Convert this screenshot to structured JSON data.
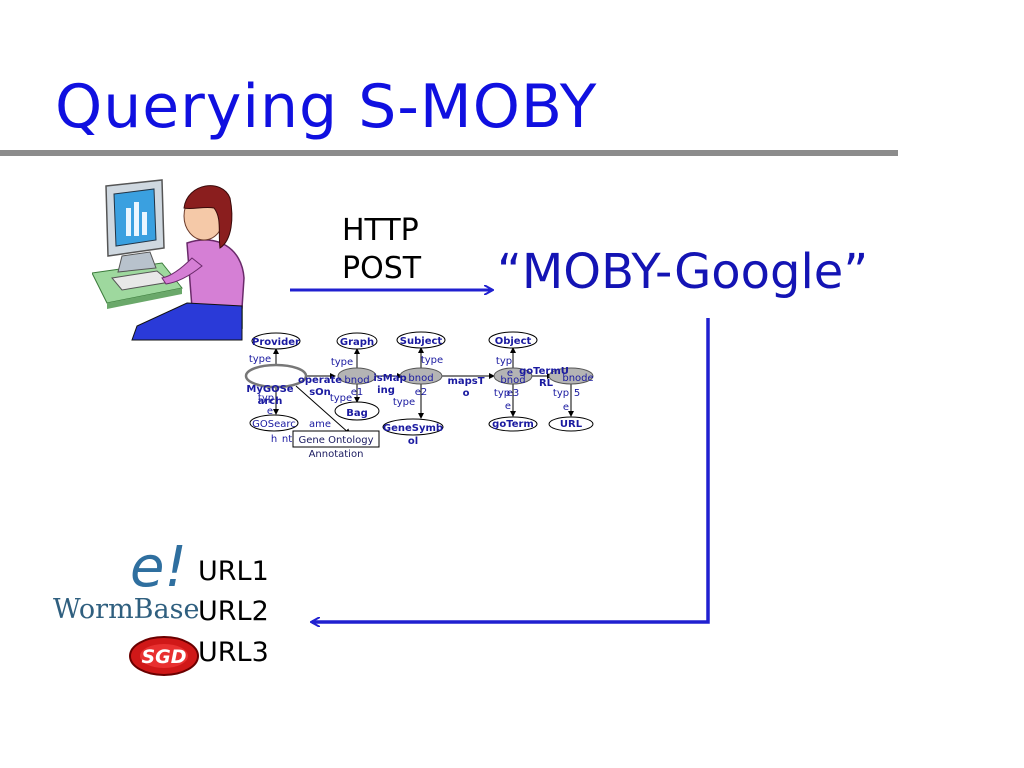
{
  "slide": {
    "title": "Querying S-MOBY",
    "http_line1": "HTTP",
    "http_line2": "POST",
    "moby_google": "“MOBY-Google”",
    "results": [
      {
        "label": "URL1",
        "logo": "ensembl-logo"
      },
      {
        "label": "URL2",
        "logo": "wormbase-logo"
      },
      {
        "label": "URL3",
        "logo": "sgd-logo"
      }
    ],
    "logos": {
      "ensembl_text": "e!",
      "wormbase_text": "WormBase",
      "sgd_text": "SGD"
    },
    "colors": {
      "title": "#1010e0",
      "accent_blue": "#1414b4",
      "arrow": "#2020d0",
      "rule": "#8c8c8c",
      "node_fill": "#b4b4b4"
    }
  },
  "graph": {
    "nodes": {
      "provider": "Provider",
      "graph": "Graph",
      "subject": "Subject",
      "object": "Object",
      "bnode_l1": "bnod",
      "bnode_l2": "e1",
      "bnode2_l1": "bnod",
      "bnode2_l2": "e2",
      "bnode3_l1": "bnod",
      "bnode3_l2": "e3",
      "bnode5_l1": "bnode",
      "bnode5_l2": "5",
      "bag": "Bag",
      "gosearch_l1": "GOSearc",
      "gosearch_l2": "h",
      "genesymbol_l1": "GeneSymb",
      "genesymbol_l2": "ol",
      "goterm": "goTerm",
      "url": "URL"
    },
    "labels": {
      "type": "type",
      "mygo_l1": "MyGOSe",
      "mygo_l2": "arch",
      "operates_l1": "operate",
      "operates_l2": "sOn",
      "mapping_l1": "isMap",
      "mapping_l2": "ing",
      "mapsto_l1": "mapsT",
      "mapsto_l2": "o",
      "gotermurl_l1": "goTermU",
      "gotermurl_l2": "RL",
      "name_l1": "ame",
      "name_l2": "nt",
      "typ": "typ",
      "e": "e"
    },
    "annotation_l1": "Gene Ontology",
    "annotation_l2": "Annotation"
  }
}
